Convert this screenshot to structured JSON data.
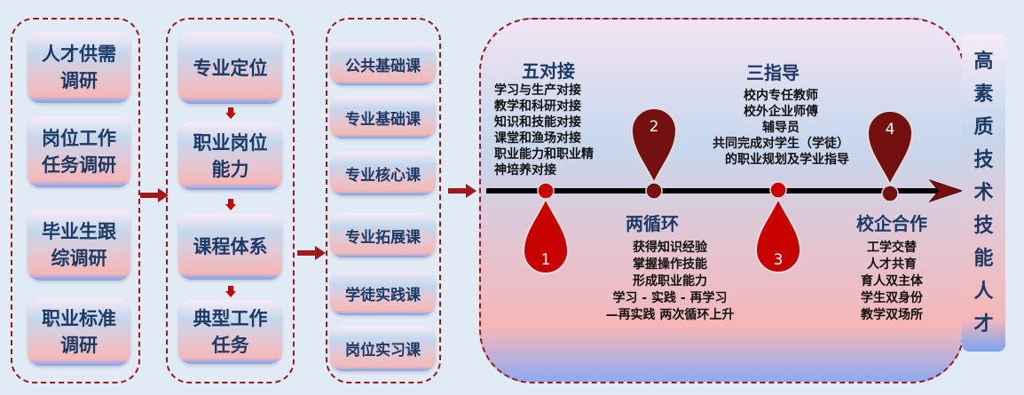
{
  "column1": [
    "人才供需调研",
    "岗位工作任务调研",
    "毕业生跟综调研",
    "职业标准调研"
  ],
  "column2": [
    "专业定位",
    "职业岗位能力",
    "课程体系",
    "典型工作任务"
  ],
  "column3": [
    "公共基础课",
    "专业基础课",
    "专业核心课",
    "专业拓展课",
    "学徒实践课",
    "岗位实习课"
  ],
  "panel": {
    "wuduijie": {
      "title": "五对接",
      "lines": [
        "学习与生产对接",
        "教学和科研对接",
        "知识和技能对接",
        "课堂和渔场对接",
        "职业能力和职业精",
        "神培养对接"
      ]
    },
    "liangxunhuan": {
      "title": "两循环",
      "lines": [
        "获得知识经验",
        "掌握操作技能",
        "形成职业能力",
        "学习 - 实践 - 再学习",
        "—再实践 两次循环上升"
      ]
    },
    "sanzhidao": {
      "title": "三指导",
      "lines": [
        "校内专任教师",
        "校外企业师傅",
        "辅导员",
        "共同完成对学生（学徒）",
        "的职业规划及学业指导"
      ]
    },
    "xiaoqi": {
      "title": "校企合作",
      "lines": [
        "工学交替",
        "人才共育",
        "育人双主体",
        "学生双身份",
        "教学双场所"
      ]
    },
    "pins": [
      "1",
      "2",
      "3",
      "4"
    ]
  },
  "result": [
    "高",
    "素",
    "质",
    "技",
    "术",
    "技",
    "能",
    "人",
    "才"
  ],
  "colors": {
    "accent": "#c00000",
    "dark_pin": "#74100f",
    "text": "#1b3a66"
  }
}
